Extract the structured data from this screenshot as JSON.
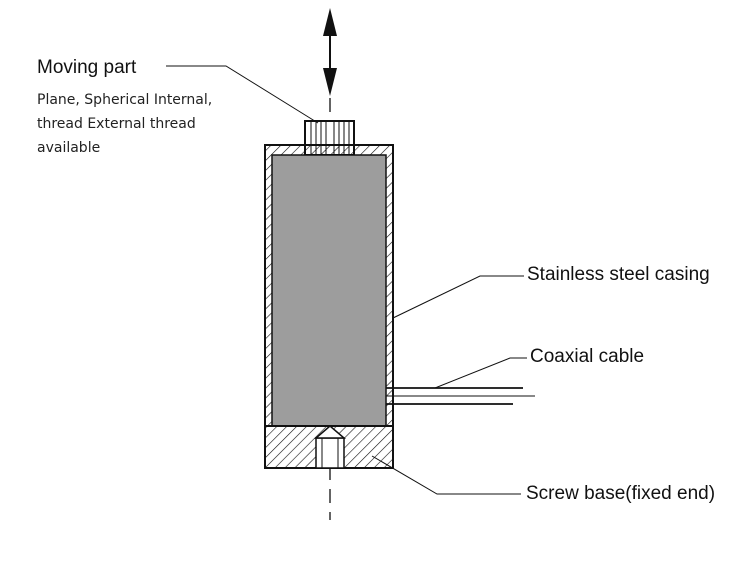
{
  "labels": {
    "moving_part": "Moving part",
    "moving_part_note": "Plane, Spherical Internal, thread External thread available",
    "casing": "Stainless steel casing",
    "cable": "Coaxial cable",
    "base": "Screw base(fixed end)"
  },
  "colors": {
    "core": "#9d9d9d",
    "line": "#111111",
    "hatch": "#111111"
  }
}
